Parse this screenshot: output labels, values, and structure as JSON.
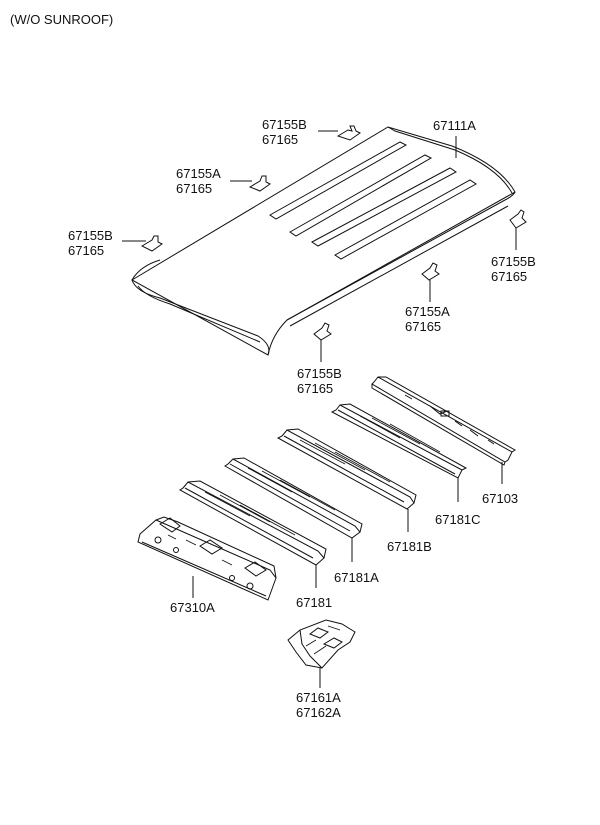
{
  "diagram": {
    "caption": "(W/O SUNROOF)",
    "labels": {
      "roof_panel": "67111A",
      "clip_b_top": [
        "67155B",
        "67165"
      ],
      "clip_a_left": [
        "67155A",
        "67165"
      ],
      "clip_b_left": [
        "67155B",
        "67165"
      ],
      "clip_b_right": [
        "67155B",
        "67165"
      ],
      "clip_a_mid": [
        "67155A",
        "67165"
      ],
      "clip_b_bottom": [
        "67155B",
        "67165"
      ],
      "front_rail": "67103",
      "bow_c": "67181C",
      "bow_b": "67181B",
      "bow_a": "67181A",
      "bow": "67181",
      "rear_rail": "67310A",
      "bracket": [
        "67161A",
        "67162A"
      ]
    }
  }
}
